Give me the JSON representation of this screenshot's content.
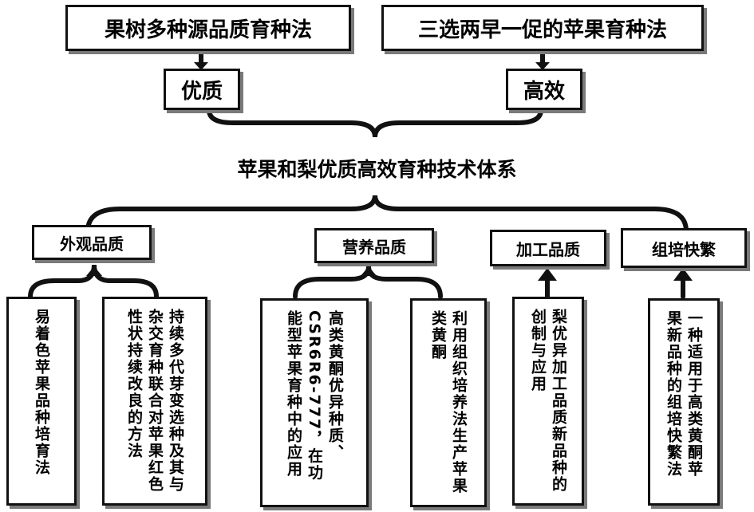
{
  "top_methods": {
    "left": "果树多种源品质育种法",
    "right": "三选两早一促的苹果育种法"
  },
  "attributes": {
    "left": "优质",
    "right": "高效"
  },
  "system_title": "苹果和梨优质高效育种技术体系",
  "categories": {
    "appearance": "外观品质",
    "nutrition": "营养品质",
    "processing": "加工品质",
    "tissue_culture": "组培快繁"
  },
  "methods": {
    "appearance_1": "易着色苹果品种培育法",
    "appearance_2": "持续多代芽变选种及其与杂交育种联合对苹果红色性状持续改良的方法",
    "nutrition_1": "高类黄酮优异种质、CSR6R6-777，在功能型苹果育种中的应用",
    "nutrition_2": "利用组织培养法生产苹果类黄酮",
    "processing_1": "梨优异加工品质新品种的创制与应用",
    "tissue_culture_1": "一种适用于高类黄酮苹果新品种的组培快繁法"
  }
}
